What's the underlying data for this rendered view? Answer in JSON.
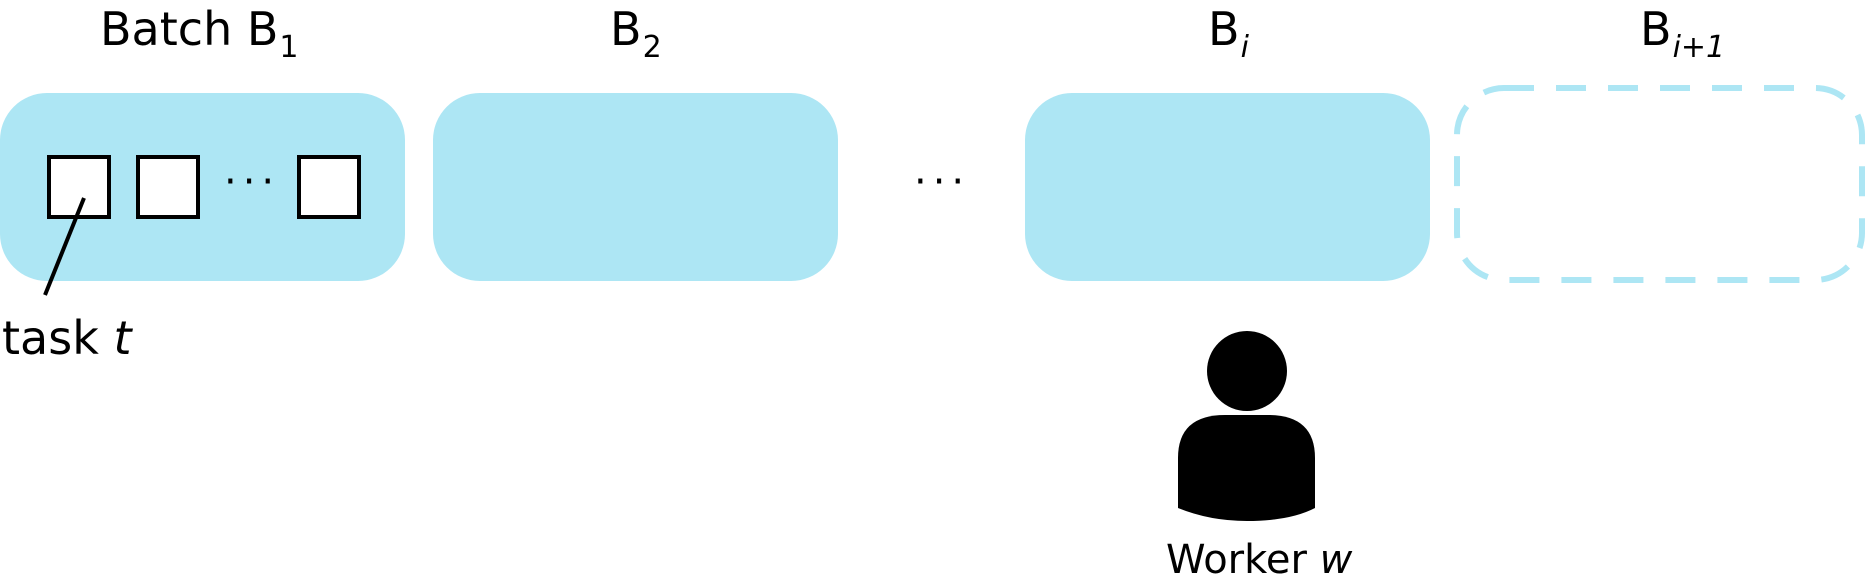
{
  "labels": {
    "batch1_prefix": "Batch B",
    "batch1_sub": "1",
    "batch2_main": "B",
    "batch2_sub": "2",
    "batchi_main": "B",
    "batchi_sub": "i",
    "batchnext_main": "B",
    "batchnext_sub": "i+1",
    "task_word": "task ",
    "task_var": "t",
    "worker_word": "Worker ",
    "worker_var": "w",
    "ellipsis_tasks": "···",
    "ellipsis_batches": "···"
  },
  "colors": {
    "batch_fill": "#ade6f4",
    "pending_batch_stroke": "#ade6f4",
    "outline": "#000000"
  },
  "icons": {
    "worker": "person-icon"
  }
}
